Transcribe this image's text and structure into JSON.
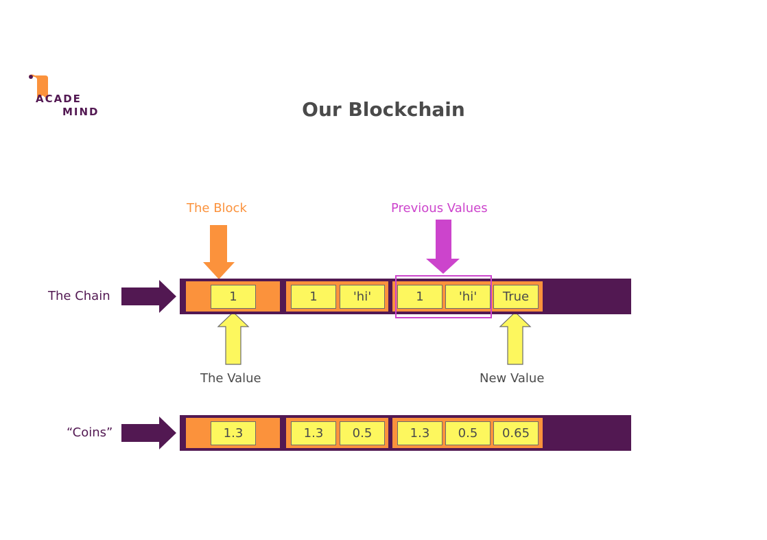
{
  "logo": {
    "line1": "ACADE",
    "line2": "MIND",
    "colors": {
      "orange": "#fb923c",
      "purple": "#521852"
    }
  },
  "title": "Our Blockchain",
  "colors": {
    "chain": "#521852",
    "block": "#fb923c",
    "cell": "#fdf75e",
    "previous_values": "#cc44cc",
    "text": "#4a4a4a"
  },
  "annotations": {
    "the_block": "The Block",
    "previous_values": "Previous Values",
    "the_value": "The Value",
    "new_value": "New Value"
  },
  "rows": [
    {
      "label": "The Chain",
      "blocks": [
        [
          "1"
        ],
        [
          "1",
          "'hi'"
        ],
        [
          "1",
          "'hi'",
          "True"
        ]
      ]
    },
    {
      "label": "“Coins”",
      "blocks": [
        [
          "1.3"
        ],
        [
          "1.3",
          "0.5"
        ],
        [
          "1.3",
          "0.5",
          "0.65"
        ]
      ]
    }
  ]
}
